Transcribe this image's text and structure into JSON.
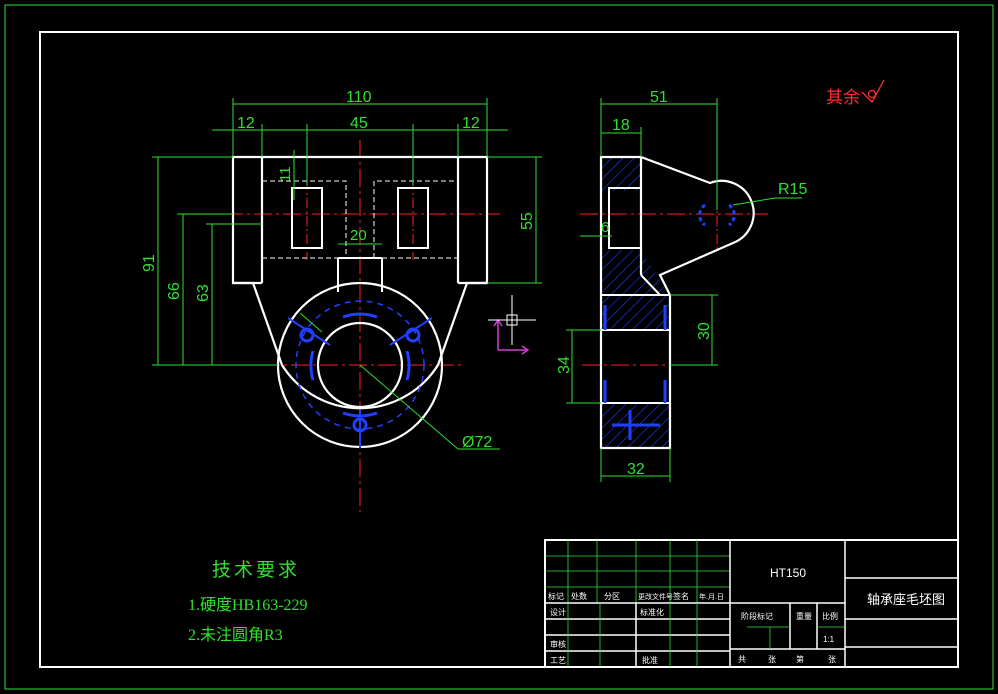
{
  "dimensions": {
    "width_110": "110",
    "width_12_left": "12",
    "width_45": "45",
    "width_12_right": "12",
    "height_11": "11",
    "height_20": "20",
    "height_91": "91",
    "height_66": "66",
    "height_63": "63",
    "height_55": "55",
    "diameter_72": "Ø72",
    "side_51": "51",
    "side_18": "18",
    "side_6": "6",
    "side_radius_15": "R15",
    "side_30": "30",
    "side_34": "34",
    "side_32": "32"
  },
  "roughness": {
    "label": "其余"
  },
  "tech_requirements": {
    "title": "技术要求",
    "item1": "1.硬度HB163-229",
    "item2": "2.未注圆角R3"
  },
  "title_block": {
    "material": "HT150",
    "drawing_name": "轴承座毛坯图",
    "col_mark": "标记",
    "col_count": "处数",
    "col_zone": "分区",
    "col_change_doc": "更改文件号",
    "col_sign": "签名",
    "col_date": "年.月.日",
    "row_design": "设计",
    "row_standardize": "标准化",
    "row_review": "审核",
    "row_process": "工艺",
    "row_approve": "批准",
    "stage_mark": "阶段标记",
    "weight": "重量",
    "scale": "比例",
    "scale_value": "1:1",
    "sheets_total": "共",
    "sheets_unit1": "张",
    "sheet_no": "第",
    "sheets_unit2": "张"
  },
  "colors": {
    "background": "#000000",
    "outline": "#ffffff",
    "dimension": "#2fe02f",
    "centerline": "#ff2020",
    "hidden": "#2040ff",
    "hatch": "#2040ff",
    "roughness": "#ff3030",
    "ucs": "#d040d0"
  }
}
